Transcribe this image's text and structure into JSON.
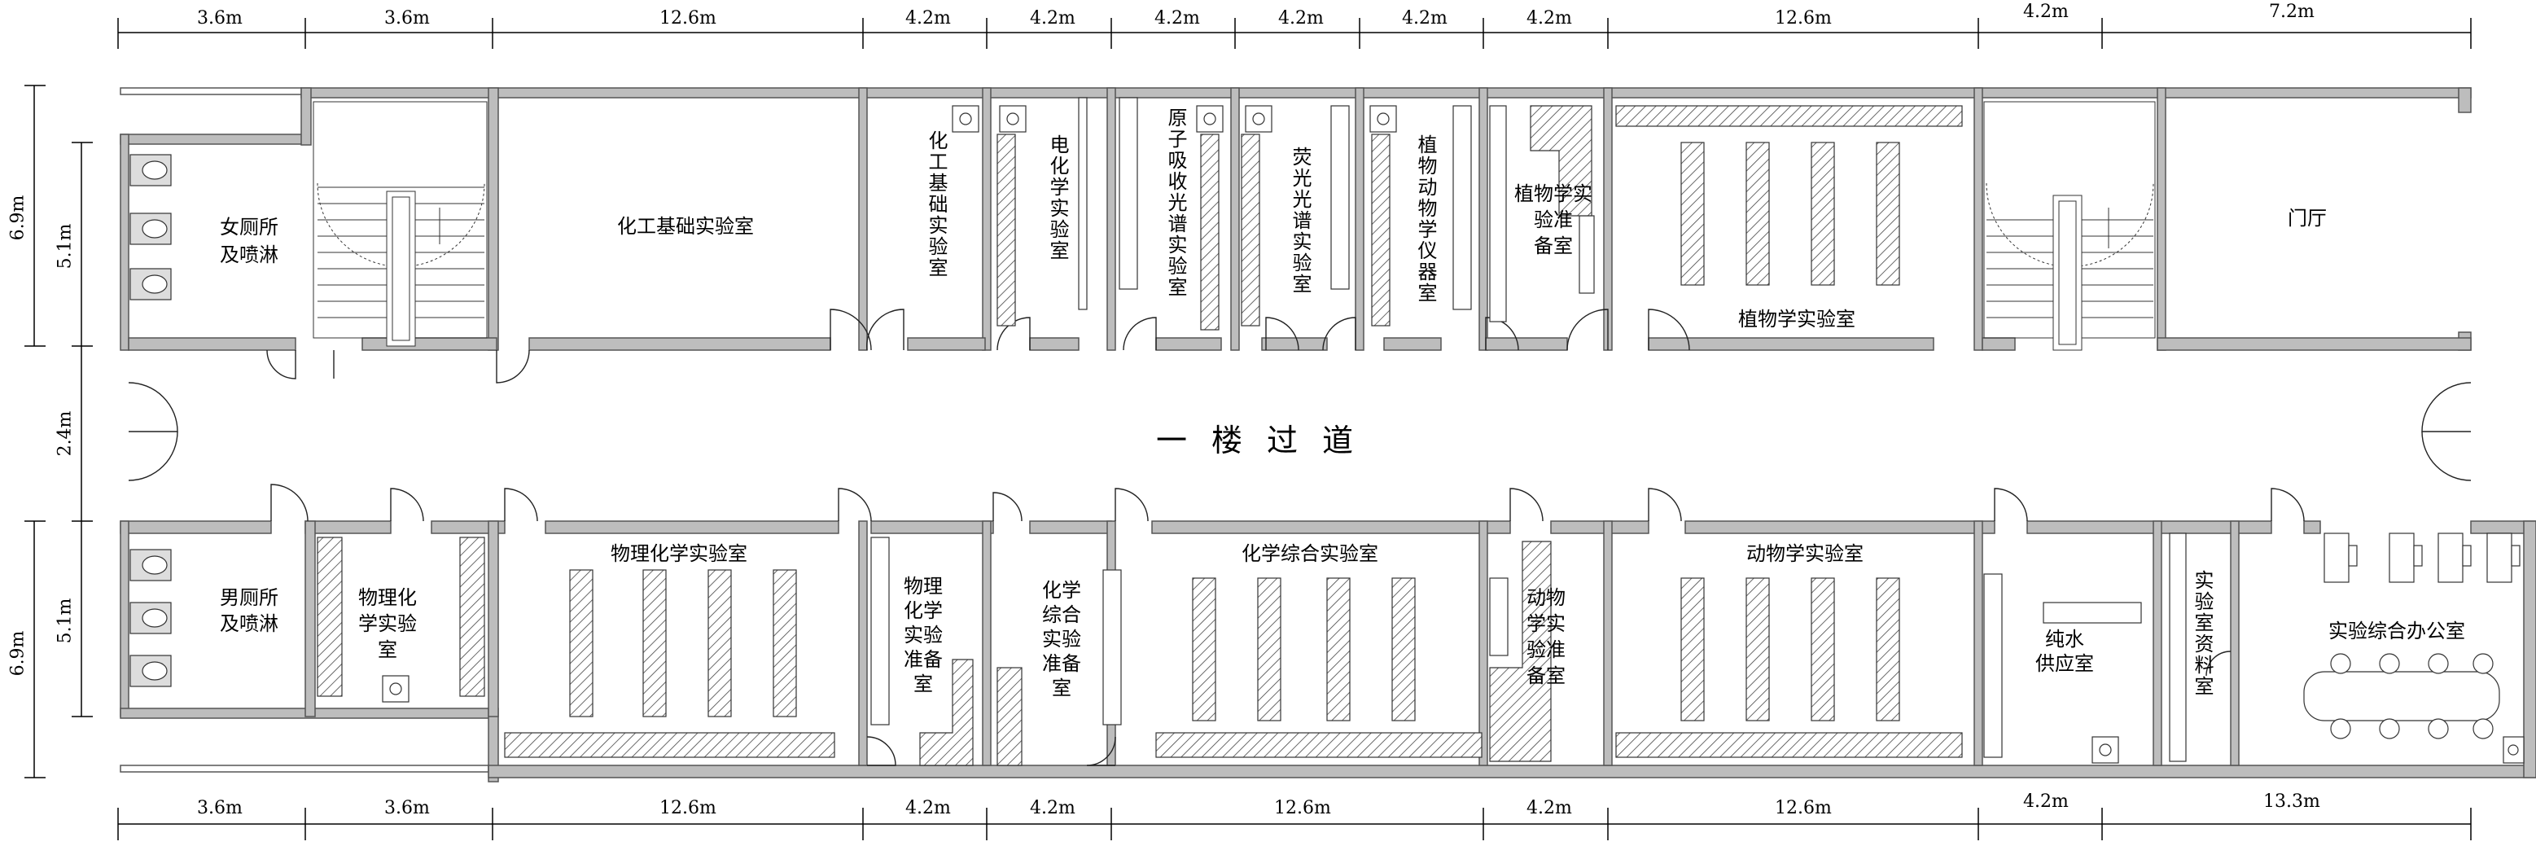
{
  "top_dimensions": [
    "3.6m",
    "3.6m",
    "12.6m",
    "4.2m",
    "4.2m",
    "4.2m",
    "4.2m",
    "4.2m",
    "4.2m",
    "12.6m",
    "4.2m",
    "7.2m"
  ],
  "bottom_dimensions": [
    "3.6m",
    "3.6m",
    "12.6m",
    "4.2m",
    "4.2m",
    "12.6m",
    "4.2m",
    "12.6m",
    "4.2m",
    "13.3m"
  ],
  "left_dimensions": {
    "outer_top": "6.9m",
    "inner_top": "5.1m",
    "corridor": "2.4m",
    "inner_bottom": "5.1m",
    "outer_bottom": "6.9m"
  },
  "corridor_label": "一楼过道",
  "rooms_top": {
    "womens_restroom": [
      "女厕所",
      "及喷淋"
    ],
    "chem_eng_lab": "化工基础实验室",
    "chem_eng_lab_2": "化工基础实验室",
    "electrochem_lab": "电化学实验室",
    "aas_lab": "原子吸收光谱实验室",
    "fluorescence_lab": "荧光光谱实验室",
    "plant_animal_instrument_lab": "植物动物学仪器室",
    "botany_prep": [
      "植物学实",
      "验准",
      "备室"
    ],
    "botany_lab": "植物学实验室",
    "lobby": "门厅"
  },
  "rooms_bottom": {
    "mens_restroom": [
      "男厕所",
      "及喷淋"
    ],
    "physics_lab_small": [
      "物理化",
      "学实验",
      "室"
    ],
    "physchem_lab": "物理化学实验室",
    "physchem_prep": [
      "物理",
      "化学",
      "实验",
      "准备",
      "室"
    ],
    "chem_comp_prep": [
      "化学",
      "综合",
      "实验",
      "准备",
      "室"
    ],
    "chem_comp_lab": "化学综合实验室",
    "zoology_prep": [
      "动物",
      "学实",
      "验准",
      "备室"
    ],
    "zoology_lab": "动物学实验室",
    "pure_water": [
      "纯水",
      "供应室"
    ],
    "archive": "实验室资料室",
    "office": "实验综合办公室"
  }
}
